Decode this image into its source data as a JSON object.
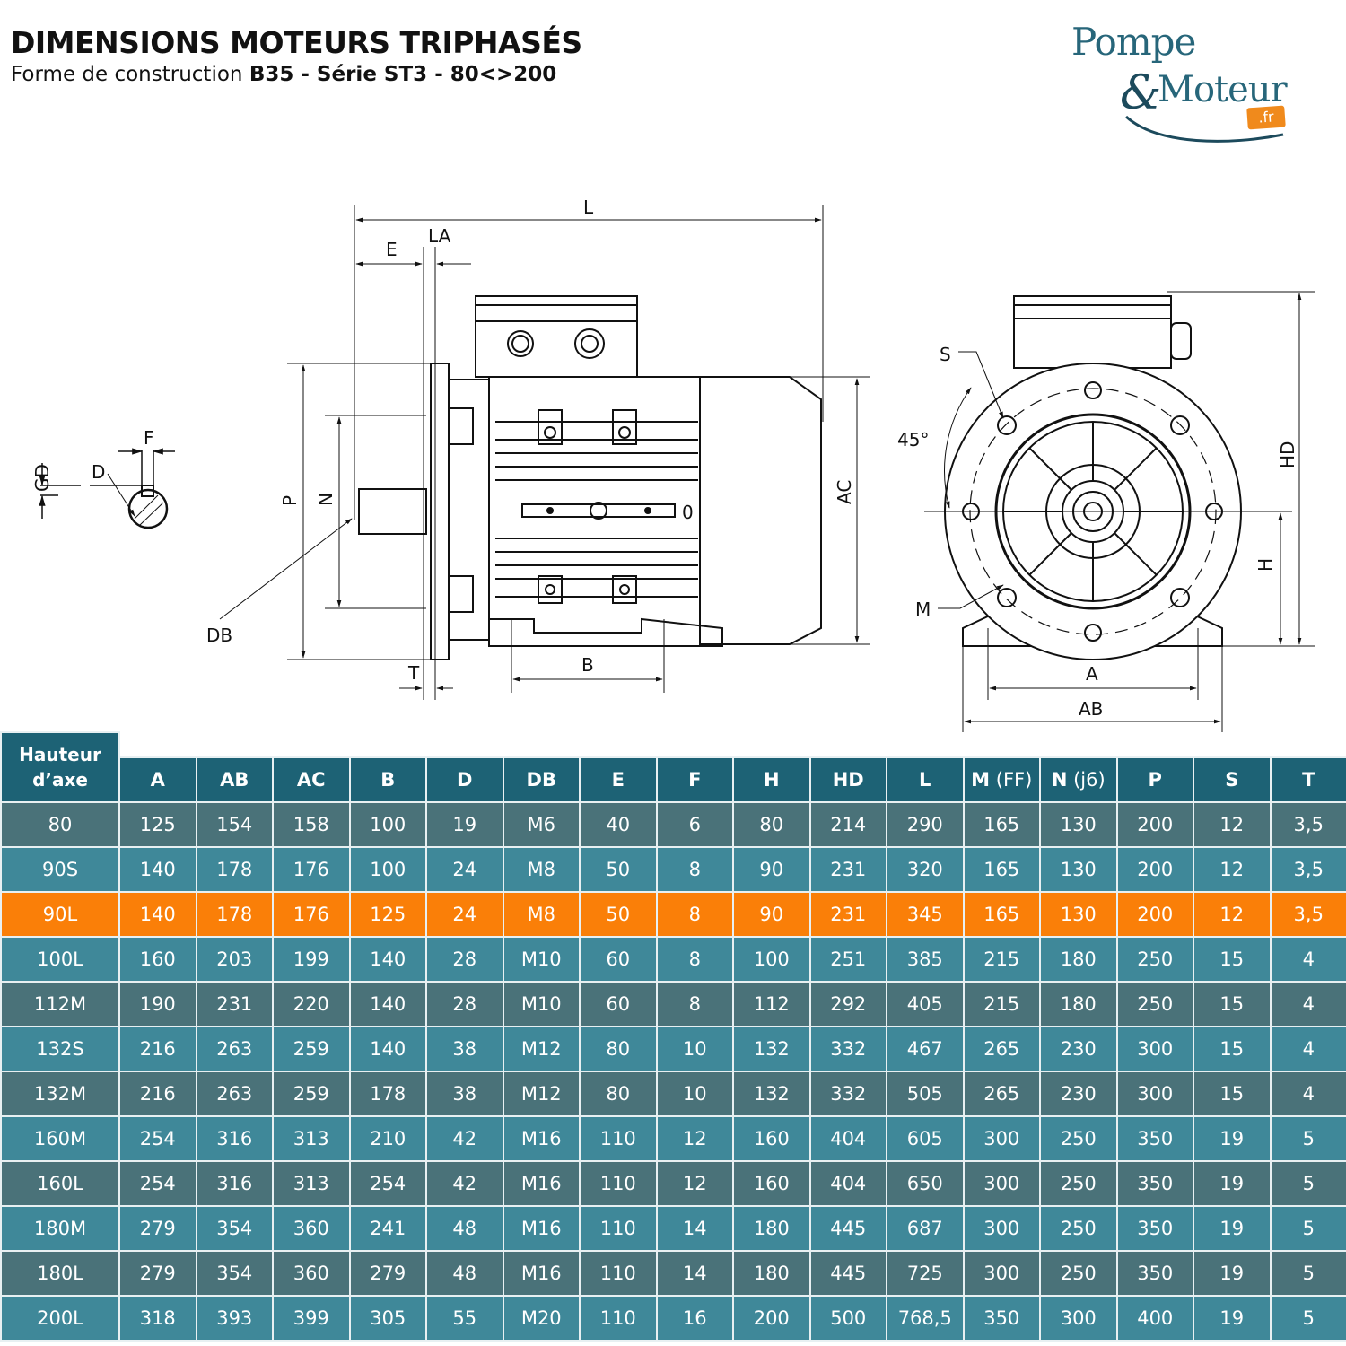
{
  "header": {
    "title": "DIMENSIONS MOTEURS TRIPHASÉS",
    "subtitle_prefix": "Forme de construction ",
    "subtitle_model": "B35",
    "subtitle_sep1": " - ",
    "subtitle_series": "Série ST3",
    "subtitle_sep2": " - ",
    "subtitle_range": "80<>200"
  },
  "logo": {
    "line1": "Pompe",
    "ampersand": "&",
    "line2": "Moteur",
    "tld": ".fr",
    "colors": {
      "primary": "#27667a",
      "dark": "#1c4a5c",
      "accent": "#f08a1c"
    }
  },
  "drawing": {
    "key_detail_labels": {
      "F": "F",
      "D": "D",
      "GD": "GD"
    },
    "side_view_labels": {
      "L": "L",
      "E": "E",
      "LA": "LA",
      "P": "P",
      "N": "N",
      "DB": "DB",
      "T": "T",
      "B": "B",
      "AC": "AC",
      "O": "0"
    },
    "front_view_labels": {
      "S": "S",
      "angle": "45°",
      "M": "M",
      "HD": "HD",
      "H": "H",
      "A": "A",
      "AB": "AB"
    }
  },
  "table": {
    "corner_header": [
      "Hauteur",
      "d’axe"
    ],
    "columns": [
      {
        "bold": "A",
        "suffix": ""
      },
      {
        "bold": "AB",
        "suffix": ""
      },
      {
        "bold": "AC",
        "suffix": ""
      },
      {
        "bold": "B",
        "suffix": ""
      },
      {
        "bold": "D",
        "suffix": ""
      },
      {
        "bold": "DB",
        "suffix": ""
      },
      {
        "bold": "E",
        "suffix": ""
      },
      {
        "bold": "F",
        "suffix": ""
      },
      {
        "bold": "H",
        "suffix": ""
      },
      {
        "bold": "HD",
        "suffix": ""
      },
      {
        "bold": "L",
        "suffix": ""
      },
      {
        "bold": "M",
        "suffix": " (FF)"
      },
      {
        "bold": "N",
        "suffix": " (j6)"
      },
      {
        "bold": "P",
        "suffix": ""
      },
      {
        "bold": "S",
        "suffix": ""
      },
      {
        "bold": "T",
        "suffix": ""
      }
    ],
    "colors": {
      "header": "#1d6275",
      "row_dark": "#4a7279",
      "row_light": "#3f8899",
      "row_highlight": "#fa7f08"
    },
    "highlighted_row": "90L",
    "rows": [
      {
        "axis": "80",
        "style": "dark",
        "values": [
          "125",
          "154",
          "158",
          "100",
          "19",
          "M6",
          "40",
          "6",
          "80",
          "214",
          "290",
          "165",
          "130",
          "200",
          "12",
          "3,5"
        ]
      },
      {
        "axis": "90S",
        "style": "light",
        "values": [
          "140",
          "178",
          "176",
          "100",
          "24",
          "M8",
          "50",
          "8",
          "90",
          "231",
          "320",
          "165",
          "130",
          "200",
          "12",
          "3,5"
        ]
      },
      {
        "axis": "90L",
        "style": "hl",
        "values": [
          "140",
          "178",
          "176",
          "125",
          "24",
          "M8",
          "50",
          "8",
          "90",
          "231",
          "345",
          "165",
          "130",
          "200",
          "12",
          "3,5"
        ]
      },
      {
        "axis": "100L",
        "style": "light",
        "values": [
          "160",
          "203",
          "199",
          "140",
          "28",
          "M10",
          "60",
          "8",
          "100",
          "251",
          "385",
          "215",
          "180",
          "250",
          "15",
          "4"
        ]
      },
      {
        "axis": "112M",
        "style": "dark",
        "values": [
          "190",
          "231",
          "220",
          "140",
          "28",
          "M10",
          "60",
          "8",
          "112",
          "292",
          "405",
          "215",
          "180",
          "250",
          "15",
          "4"
        ]
      },
      {
        "axis": "132S",
        "style": "light",
        "values": [
          "216",
          "263",
          "259",
          "140",
          "38",
          "M12",
          "80",
          "10",
          "132",
          "332",
          "467",
          "265",
          "230",
          "300",
          "15",
          "4"
        ]
      },
      {
        "axis": "132M",
        "style": "dark",
        "values": [
          "216",
          "263",
          "259",
          "178",
          "38",
          "M12",
          "80",
          "10",
          "132",
          "332",
          "505",
          "265",
          "230",
          "300",
          "15",
          "4"
        ]
      },
      {
        "axis": "160M",
        "style": "light",
        "values": [
          "254",
          "316",
          "313",
          "210",
          "42",
          "M16",
          "110",
          "12",
          "160",
          "404",
          "605",
          "300",
          "250",
          "350",
          "19",
          "5"
        ]
      },
      {
        "axis": "160L",
        "style": "dark",
        "values": [
          "254",
          "316",
          "313",
          "254",
          "42",
          "M16",
          "110",
          "12",
          "160",
          "404",
          "650",
          "300",
          "250",
          "350",
          "19",
          "5"
        ]
      },
      {
        "axis": "180M",
        "style": "light",
        "values": [
          "279",
          "354",
          "360",
          "241",
          "48",
          "M16",
          "110",
          "14",
          "180",
          "445",
          "687",
          "300",
          "250",
          "350",
          "19",
          "5"
        ]
      },
      {
        "axis": "180L",
        "style": "dark",
        "values": [
          "279",
          "354",
          "360",
          "279",
          "48",
          "M16",
          "110",
          "14",
          "180",
          "445",
          "725",
          "300",
          "250",
          "350",
          "19",
          "5"
        ]
      },
      {
        "axis": "200L",
        "style": "light",
        "values": [
          "318",
          "393",
          "399",
          "305",
          "55",
          "M20",
          "110",
          "16",
          "200",
          "500",
          "768,5",
          "350",
          "300",
          "400",
          "19",
          "5"
        ]
      }
    ]
  }
}
